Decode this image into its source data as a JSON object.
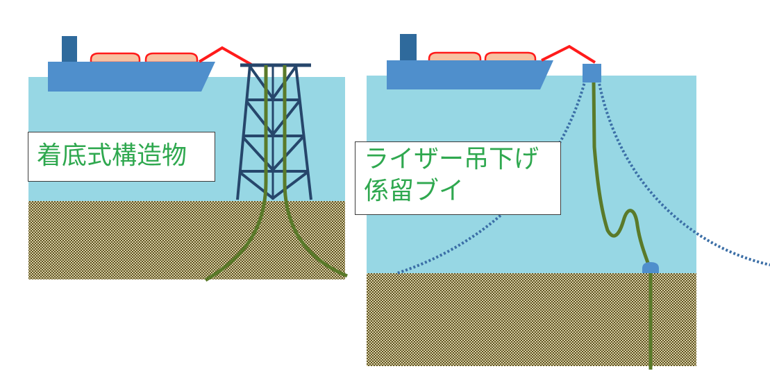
{
  "panels": [
    {
      "name": "fixed-structure",
      "label_lines": [
        "着底式構造物"
      ]
    },
    {
      "name": "riser-buoy",
      "label_lines": [
        "ライザー吊下げ",
        "係留ブイ"
      ]
    }
  ],
  "colors": {
    "water": "#97d7e4",
    "seabed_dark": "#5e5220",
    "seabed_light": "#d8cfa6",
    "ship_hull": "#4f8fcc",
    "ship_stack": "#2f6a9c",
    "tank_fill": "#f7c2a2",
    "tank_stroke": "#ff1b1b",
    "hose": "#ff1b1b",
    "riser": "#5a7a2a",
    "jacket": "#26466b",
    "mooring": "#3b6ea6",
    "label_text": "#2fa84f"
  }
}
